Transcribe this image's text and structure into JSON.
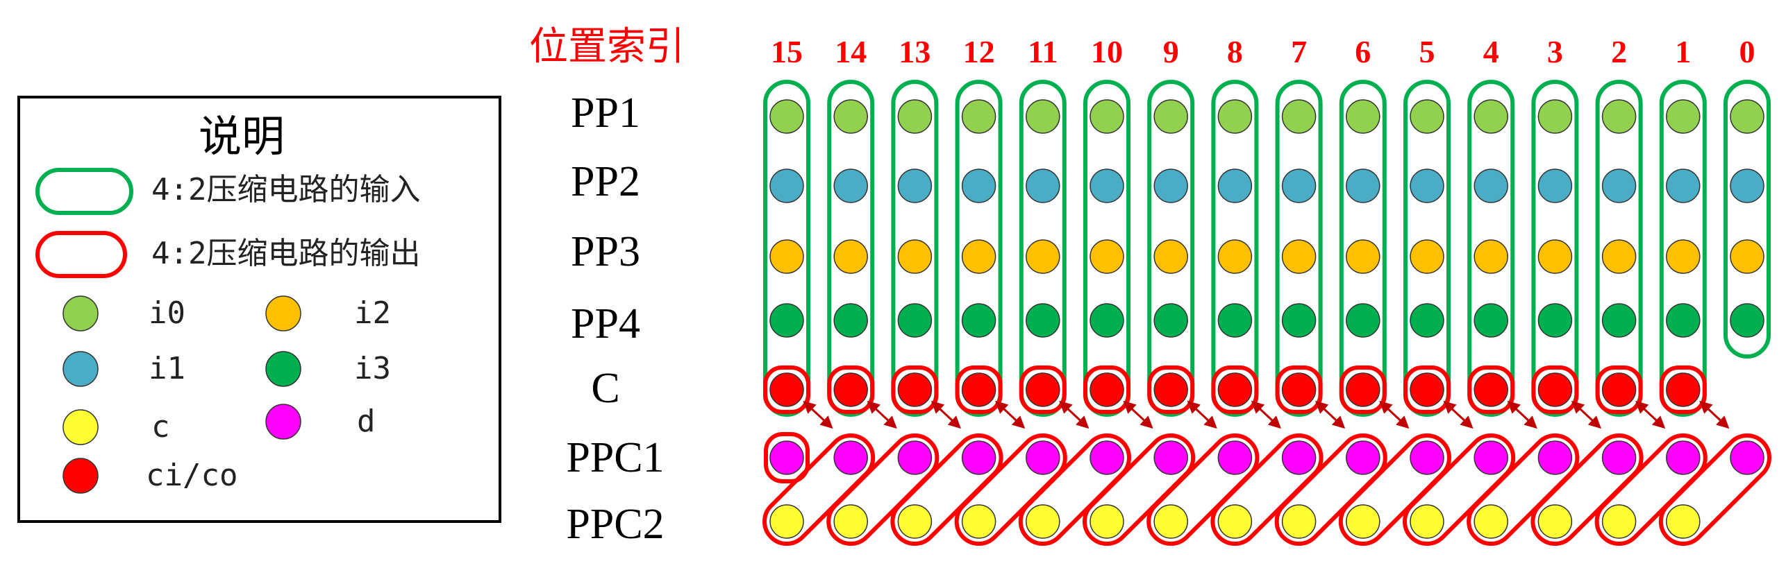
{
  "legend": {
    "title": "说明",
    "items": {
      "input": "4:2压缩电路的输入",
      "output": "4:2压缩电路的输出",
      "i0": "i0",
      "i1": "i1",
      "i2": "i2",
      "i3": "i3",
      "c": "c",
      "d": "d",
      "cico": "ci/co"
    }
  },
  "index_title": "位置索引",
  "positions": [
    "15",
    "14",
    "13",
    "12",
    "11",
    "10",
    "9",
    "8",
    "7",
    "6",
    "5",
    "4",
    "3",
    "2",
    "1",
    "0"
  ],
  "rows": {
    "pp1": "PP1",
    "pp2": "PP2",
    "pp3": "PP3",
    "pp4": "PP4",
    "c": "C",
    "ppc1": "PPC1",
    "ppc2": "PPC2"
  },
  "colors": {
    "i0": "#92d050",
    "i1": "#4bacc6",
    "i2": "#ffc000",
    "i3": "#00b050",
    "c": "#ffff33",
    "d": "#ff00ff",
    "cico": "#ff0000",
    "input_outline": "#00b050",
    "output_outline": "#ff0000",
    "arrow": "#c00000"
  }
}
